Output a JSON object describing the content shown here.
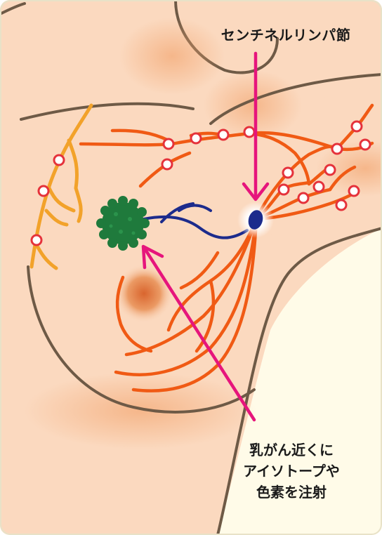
{
  "labels": {
    "sentinel_node": "センチネルリンパ節",
    "injection_line1": "乳がん近くに",
    "injection_line2": "アイソトープや",
    "injection_line3": "色素を注射"
  },
  "colors": {
    "background": "#fffbe8",
    "skin": "#fbd9bf",
    "skin_outline": "#6e5a46",
    "lymph_vessel": "#f05a14",
    "lymph_vessel_outer": "#f2a22a",
    "lymph_node_fill": "#ffffff",
    "lymph_node_stroke": "#e5323b",
    "tumor": "#1f7a3c",
    "tracer_path": "#1c2b8c",
    "sentinel_node": "#1c2b8c",
    "arrow": "#e6157c",
    "nipple": "#d9652e"
  }
}
